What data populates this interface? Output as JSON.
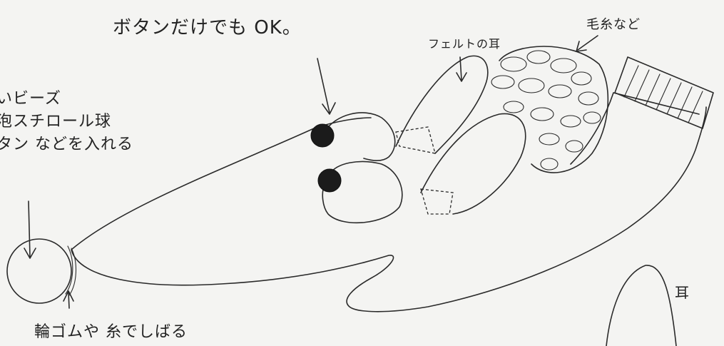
{
  "annotations": {
    "button_note": "ボタンだけでも OK。",
    "felt_ear": "フェルトの耳",
    "yarn": "毛糸など",
    "filling_line1": "さいビーズ",
    "filling_line2": "発泡スチロール球",
    "filling_line3": "ボタン などを入れる",
    "tie": "輪ゴムや 糸でしばる",
    "ear": "耳"
  }
}
